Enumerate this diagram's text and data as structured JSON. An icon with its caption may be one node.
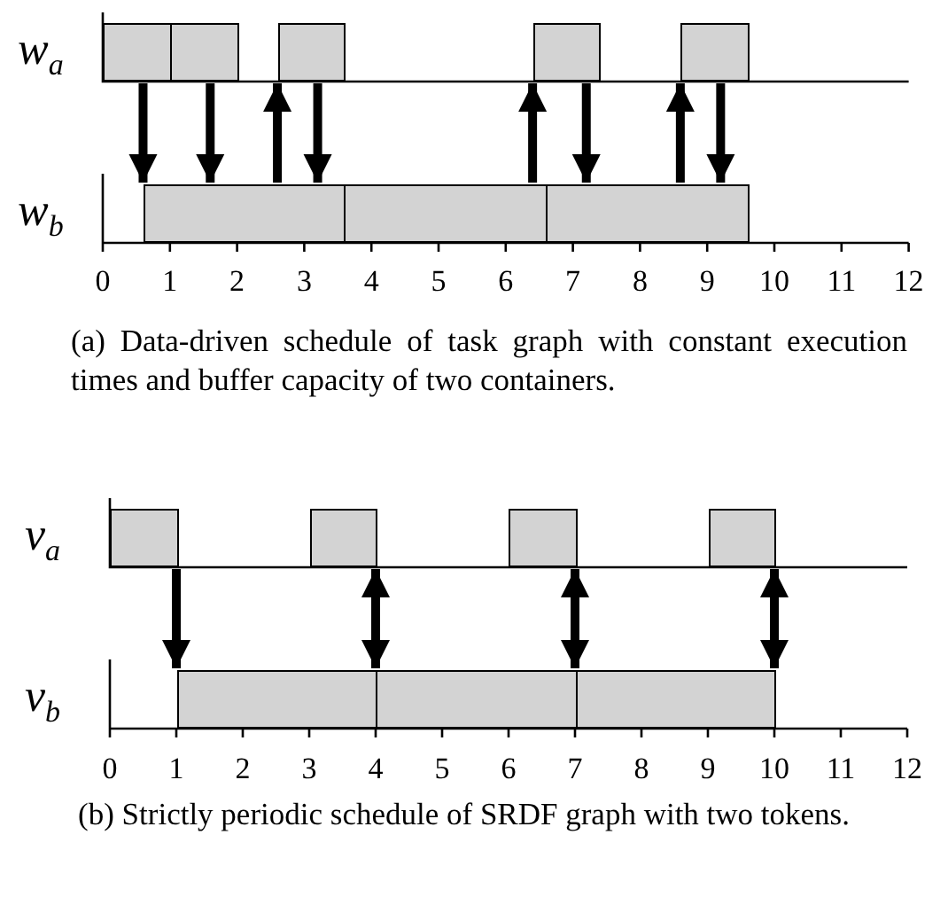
{
  "diagram": {
    "nodes": [
      {
        "text": [],
        "shape": "bar"
      },
      {
        "text": [],
        "shape": "bar"
      },
      {
        "text": [],
        "shape": "bar"
      },
      {
        "text": [],
        "shape": "bar"
      },
      {
        "text": [],
        "shape": "bar"
      },
      {
        "text": [],
        "shape": "bar"
      },
      {
        "text": [],
        "shape": "bar"
      },
      {
        "text": [],
        "shape": "bar"
      },
      {
        "text": [],
        "shape": "bar"
      },
      {
        "text": [],
        "shape": "bar"
      },
      {
        "text": [],
        "shape": "bar"
      },
      {
        "text": [],
        "shape": "bar"
      },
      {
        "text": [],
        "shape": "bar"
      },
      {
        "text": [],
        "shape": "bar"
      },
      {
        "text": [],
        "shape": "bar"
      }
    ],
    "edges": [
      {
        "from": 0,
        "to": 5,
        "arrow": "to"
      },
      {
        "from": 1,
        "to": 5,
        "arrow": "to"
      },
      {
        "from": 5,
        "to": 2,
        "arrow": "to"
      },
      {
        "from": 2,
        "to": 5,
        "arrow": "to"
      },
      {
        "from": 6,
        "to": 3,
        "arrow": "to"
      },
      {
        "from": 3,
        "to": 7,
        "arrow": "to"
      },
      {
        "from": 7,
        "to": 4,
        "arrow": "to"
      },
      {
        "from": 4,
        "to": 7,
        "arrow": "to"
      },
      {
        "from": 8,
        "to": 12,
        "arrow": "to"
      },
      {
        "from": 9,
        "to": 12,
        "arrow": "both"
      },
      {
        "from": 10,
        "to": 13,
        "arrow": "both"
      },
      {
        "from": 11,
        "to": 14,
        "arrow": "both"
      }
    ],
    "labels": [
      "w$_{a}$",
      "w$_{b}$",
      "0",
      "1",
      "2",
      "3",
      "4",
      "5",
      "6",
      "7",
      "8",
      "9",
      "10",
      "11",
      "12",
      "(a) Data-driven schedule of task graph with constant execution times and buffer capacity of two containers.",
      "v$_{a}$",
      "v$_{b}$",
      "0",
      "1",
      "2",
      "3",
      "4",
      "5",
      "6",
      "7",
      "8",
      "9",
      "10",
      "11",
      "12",
      "(b) Strictly periodic schedule of SRDF graph with two tokens."
    ]
  }
}
